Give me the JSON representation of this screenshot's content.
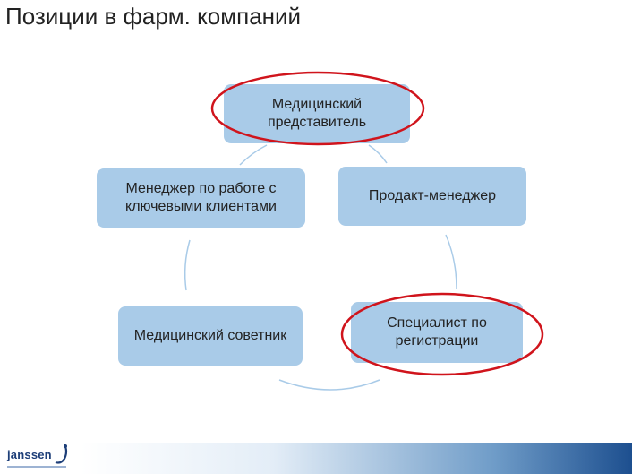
{
  "title": "Позиции в фарм. компаний",
  "nodes": {
    "top": "Медицинский представитель",
    "left": "Менеджер по работе с ключевыми клиентами",
    "right": "Продакт-менеджер",
    "bottom_left": "Медицинский советник",
    "bottom_right": "Специалист по регистрации"
  },
  "highlighted": [
    "top",
    "bottom_right"
  ],
  "colors": {
    "node_fill": "#a9cbe8",
    "connector": "#a9cbe8",
    "highlight": "#d0141c",
    "logo": "#1d3e78"
  },
  "logo": {
    "text": "janssen",
    "icon": "janssen-swirl-icon"
  }
}
